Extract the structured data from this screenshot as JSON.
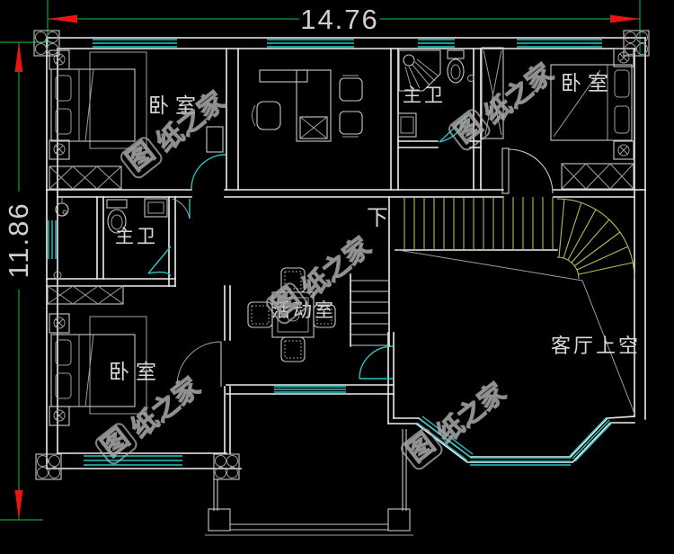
{
  "plan": {
    "dimensions": {
      "width": "14.76",
      "height": "11.86"
    },
    "rooms": {
      "bedroom_top_left": "卧室",
      "bedroom_top_right": "卧室",
      "bedroom_bottom_left": "卧室",
      "bathroom_top": "主卫",
      "bathroom_middle": "主卫",
      "activity_room": "活动室",
      "living_room_void": "客厅上空",
      "stairs_down": "下"
    },
    "watermark": {
      "boxed_char": "图",
      "rest": "纸之家"
    },
    "colors": {
      "background": "#000000",
      "walls": "#efefef",
      "furniture": "#a8a8a8",
      "windows_doors": "#27c5c5",
      "dimension_lines": "#00a63a",
      "arrows": "#e81612",
      "stairs": "#b9b95a",
      "labels": "#d9d9d9",
      "watermark": "#9a9a9a"
    }
  }
}
